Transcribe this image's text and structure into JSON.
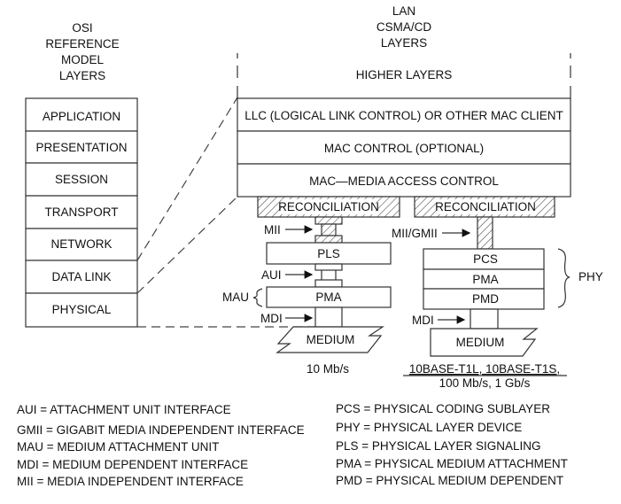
{
  "osi": {
    "heading": [
      "OSI",
      "REFERENCE",
      "MODEL",
      "LAYERS"
    ],
    "layers": [
      "APPLICATION",
      "PRESENTATION",
      "SESSION",
      "TRANSPORT",
      "NETWORK",
      "DATA LINK",
      "PHYSICAL"
    ]
  },
  "lan": {
    "heading": [
      "LAN",
      "CSMA/CD",
      "LAYERS"
    ],
    "higher_layers": "HIGHER LAYERS",
    "llc": "LLC (LOGICAL LINK CONTROL) OR OTHER MAC CLIENT",
    "mac_control": "MAC CONTROL (OPTIONAL)",
    "mac": "MAC—MEDIA ACCESS CONTROL"
  },
  "left_stack": {
    "reconciliation": "RECONCILIATION",
    "mii": "MII",
    "pls": "PLS",
    "aui": "AUI",
    "mau": "MAU",
    "pma": "PMA",
    "mdi": "MDI",
    "medium": "MEDIUM",
    "speed": "10 Mb/s"
  },
  "right_stack": {
    "reconciliation": "RECONCILIATION",
    "mii_gmii": "MII/GMII",
    "pcs": "PCS",
    "pma": "PMA",
    "pmd": "PMD",
    "phy": "PHY",
    "mdi": "MDI",
    "medium": "MEDIUM",
    "speed_line1": "10BASE-T1L, 10BASE-T1S,",
    "speed_line2": "100 Mb/s, 1 Gb/s"
  },
  "legend_left": [
    "AUI = ATTACHMENT UNIT INTERFACE",
    "GMII = GIGABIT MEDIA INDEPENDENT INTERFACE",
    "MAU = MEDIUM ATTACHMENT UNIT",
    "MDI = MEDIUM DEPENDENT INTERFACE",
    "MII = MEDIA INDEPENDENT INTERFACE"
  ],
  "legend_right": [
    "PCS = PHYSICAL CODING SUBLAYER",
    "PHY = PHYSICAL LAYER DEVICE",
    "PLS = PHYSICAL LAYER SIGNALING",
    "PMA = PHYSICAL MEDIUM ATTACHMENT",
    "PMD = PHYSICAL MEDIUM DEPENDENT"
  ]
}
